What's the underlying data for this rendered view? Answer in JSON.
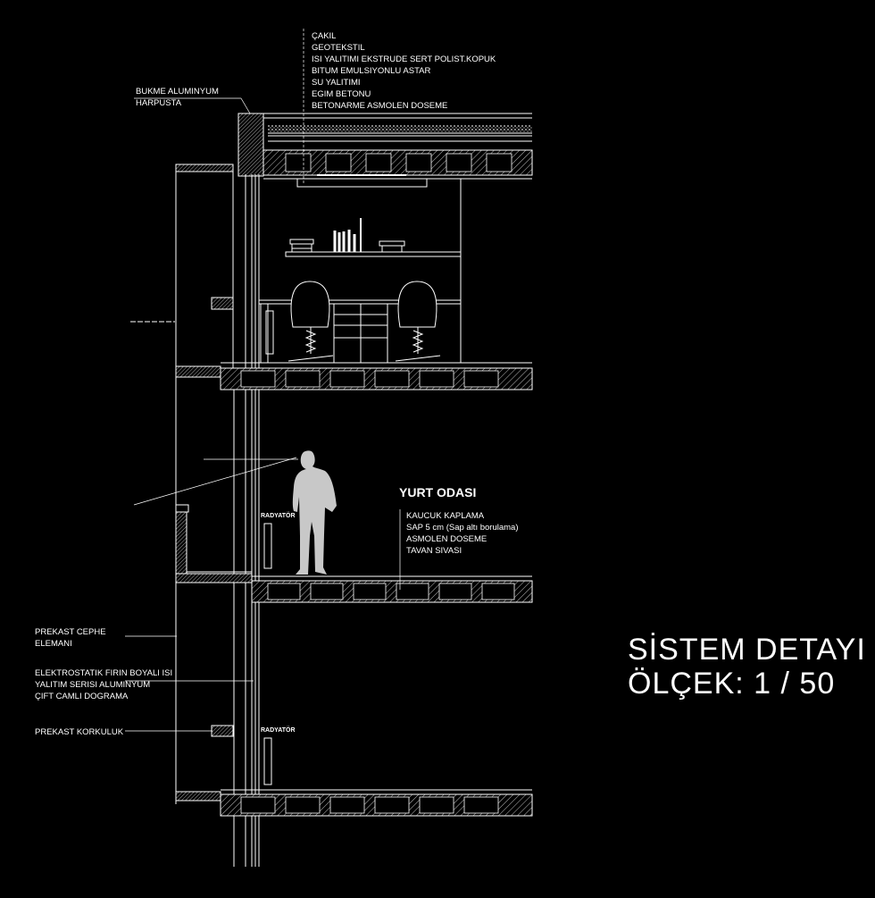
{
  "roof_layers": [
    "ÇAKIL",
    "GEOTEKSTIL",
    "ISI YALITIMI EKSTRUDE SERT POLIST.KOPUK",
    "BITUM EMULSIYONLU ASTAR",
    "SU YALITIMI",
    "EGIM BETONU",
    "BETONARME ASMOLEN DOSEME"
  ],
  "parapet_label": [
    "BUKME ALUMINYUM",
    "HARPUSTA"
  ],
  "room_title": "YURT ODASI",
  "floor_layers": [
    "KAUCUK KAPLAMA",
    "SAP 5 cm (Sap altı borulama)",
    "ASMOLEN DOSEME",
    "TAVAN SIVASI"
  ],
  "facade_labels": {
    "precast_panel": [
      "PREKAST CEPHE",
      "ELEMANI"
    ],
    "window_frame": [
      "ELEKTROSTATIK FIRIN BOYALI ISI",
      "YALITIM SERISI ALUMINYUM",
      "ÇIFT CAMLI DOGRAMA"
    ],
    "precast_rail": "PREKAST KORKULUK"
  },
  "radiator_label": "RADYATÖR",
  "system_title": {
    "line1": "SİSTEM DETAYI",
    "line2": "ÖLÇEK: 1 / 50"
  },
  "colors": {
    "background": "#000000",
    "line": "#ffffff",
    "figure": "#c8c8c8"
  }
}
